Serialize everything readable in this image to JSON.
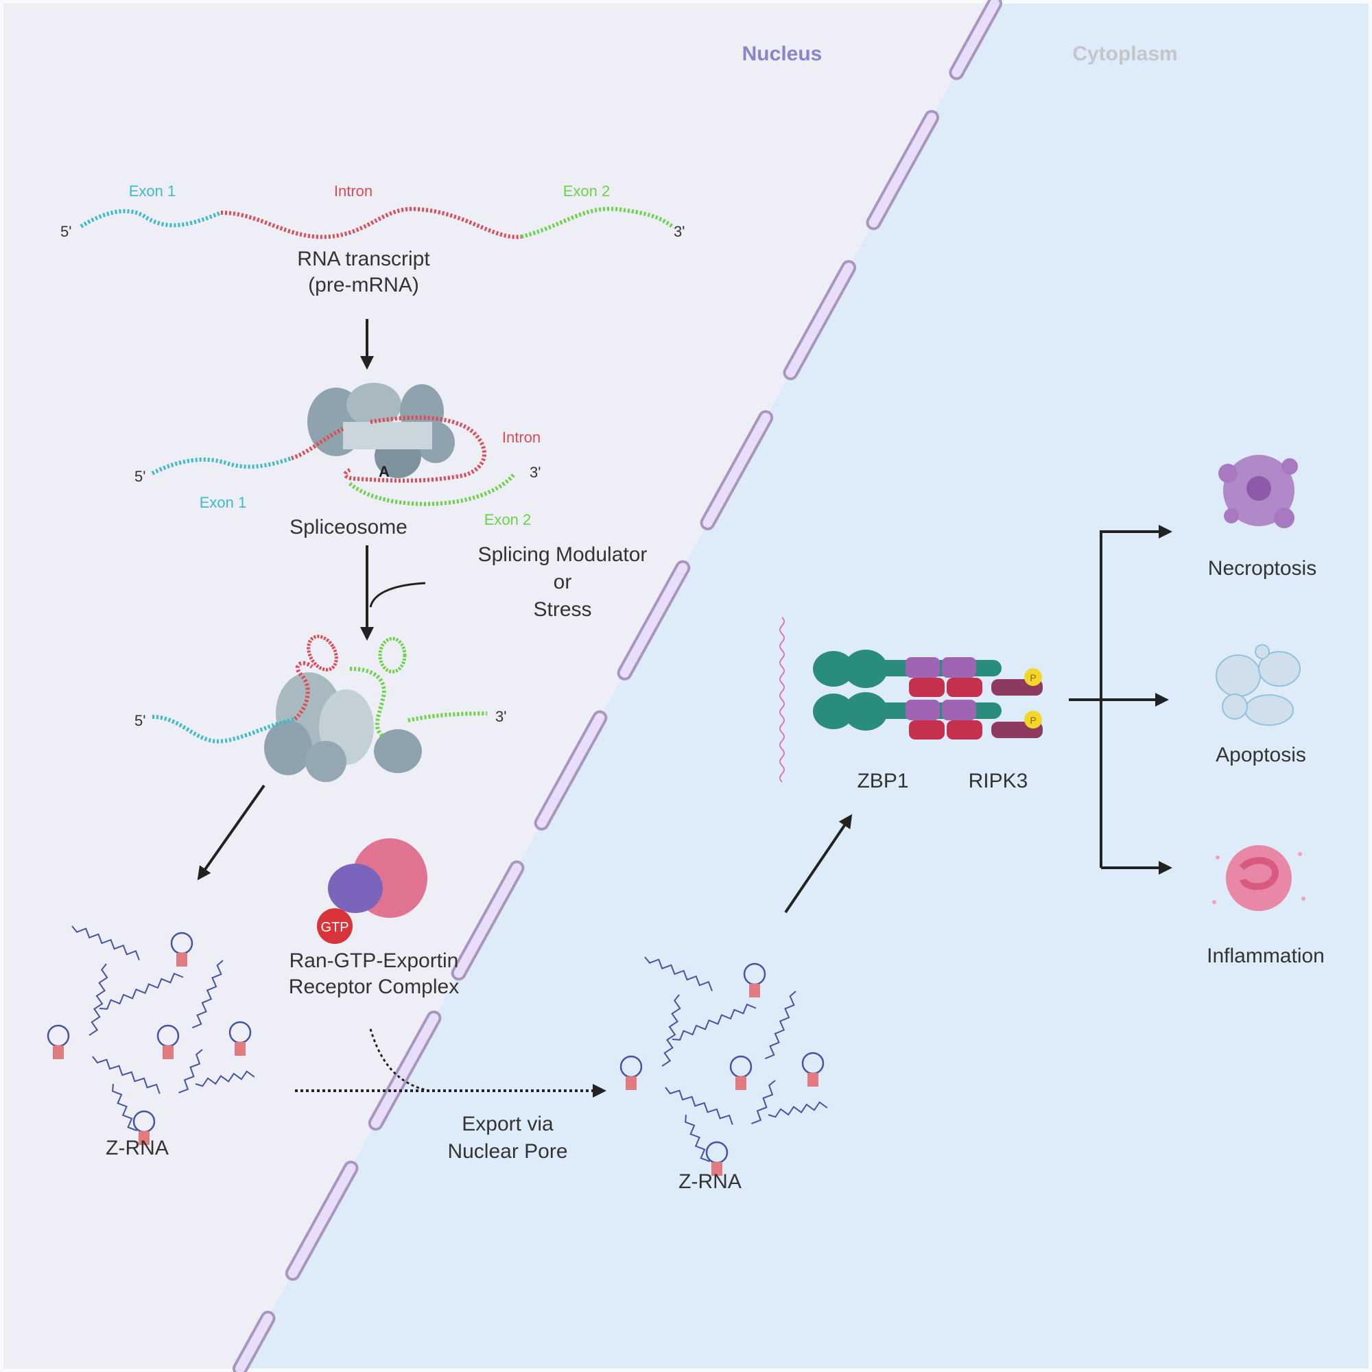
{
  "regions": {
    "nucleus": {
      "label": "Nucleus",
      "color": "#8a84c8",
      "bg": "#eeeef6"
    },
    "cytoplasm": {
      "label": "Cytoplasm",
      "color": "#c4c6cc",
      "bg": "#deebf8"
    }
  },
  "colors": {
    "exon1": "#3bbcc8",
    "intron": "#e04a55",
    "exon2": "#6bd347",
    "spliceosome": "#8ea3ad",
    "zrna": "#4453a6",
    "membrane_fill": "#e8defa",
    "membrane_stroke": "#a896c0",
    "zbp1": "#2a8c7c",
    "rhim": "#a064b4",
    "ripk3": "#c4304e",
    "ripk3_kinase": "#8e3a5e",
    "phospho": "#f2d72a",
    "exportin": "#e0738f",
    "ran": "#7a64bc",
    "gtp": "#d8343a",
    "necroptosis": "#a878c0",
    "apoptosis": "#cfe0ec",
    "inflammation": "#ea7d9c",
    "arrow": "#222222"
  },
  "pre_mrna": {
    "five_prime": "5'",
    "three_prime": "3'",
    "exon1": "Exon 1",
    "intron": "Intron",
    "exon2": "Exon 2",
    "title_line1": "RNA transcript",
    "title_line2": "(pre-mRNA)"
  },
  "spliceosome": {
    "five_prime": "5'",
    "three_prime": "3'",
    "exon1": "Exon 1",
    "intron": "Intron",
    "exon2": "Exon 2",
    "branch_point": "A",
    "label": "Spliceosome"
  },
  "modulator": {
    "line1": "Splicing Modulator",
    "line2": "or",
    "line3": "Stress"
  },
  "stalled": {
    "five_prime": "5'",
    "three_prime": "3'"
  },
  "exporter": {
    "gtp": "GTP",
    "line1": "Ran-GTP-Exportin",
    "line2": "Receptor Complex"
  },
  "zrna_nuclear": {
    "label": "Z-RNA"
  },
  "export": {
    "line1": "Export via",
    "line2": "Nuclear Pore"
  },
  "zrna_cyto": {
    "label": "Z-RNA"
  },
  "complex": {
    "zbp1": "ZBP1",
    "ripk3": "RIPK3",
    "phospho": "P"
  },
  "outcomes": [
    {
      "label": "Necroptosis"
    },
    {
      "label": "Apoptosis"
    },
    {
      "label": "Inflammation"
    }
  ]
}
